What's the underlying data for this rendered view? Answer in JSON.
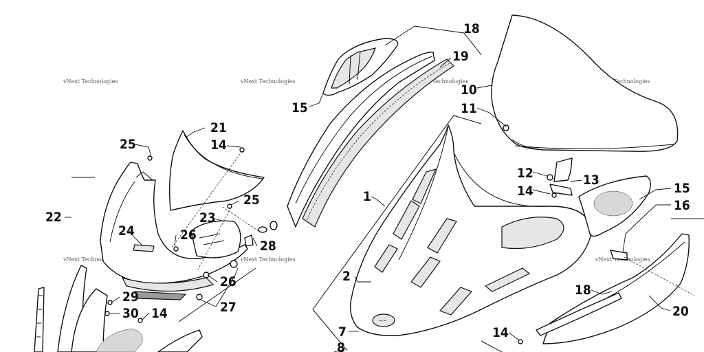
{
  "diagram": {
    "watermark": "vNext Technologies",
    "callouts": {
      "c1": "1",
      "c2": "2",
      "c7": "7",
      "c8": "8",
      "c10": "10",
      "c11": "11",
      "c12": "12",
      "c13": "13",
      "c14a": "14",
      "c14b": "14",
      "c14c": "14",
      "c14d": "14",
      "c15a": "15",
      "c15b": "15",
      "c16": "16",
      "c18a": "18",
      "c18b": "18",
      "c19": "19",
      "c20": "20",
      "c21": "21",
      "c22": "22",
      "c23": "23",
      "c24": "24",
      "c25a": "25",
      "c25b": "25",
      "c26a": "26",
      "c26b": "26",
      "c27": "27",
      "c28": "28",
      "c29": "29",
      "c30": "30"
    }
  }
}
